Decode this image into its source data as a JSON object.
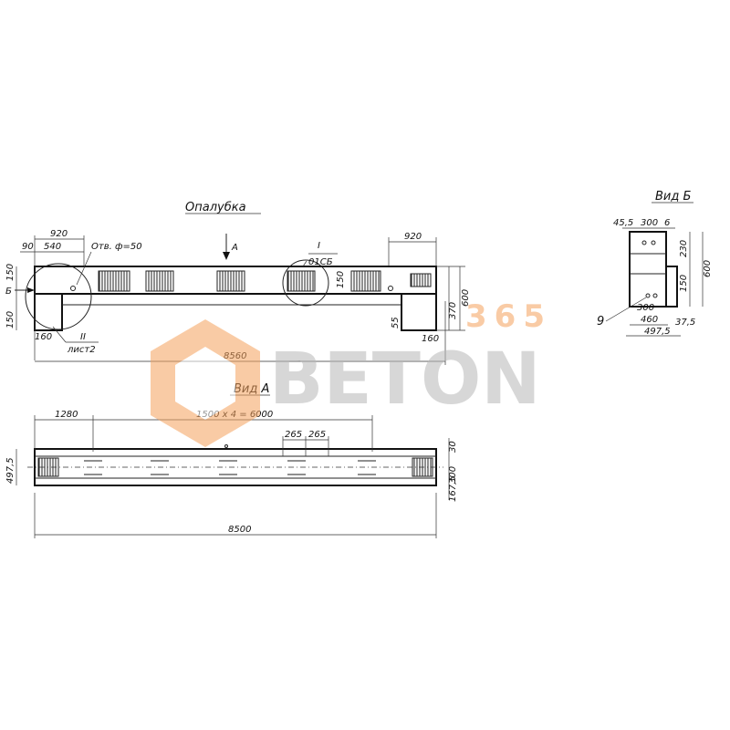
{
  "views": {
    "formwork_title": "Опалубка",
    "view_a_title": "Вид А",
    "view_b_title": "Вид Б",
    "arrow_a_label": "А",
    "section_b_label": "Б"
  },
  "callouts": {
    "node_i_num": "I",
    "node_i_ref": "01СБ",
    "node_ii_num": "II",
    "node_ii_ref": "лист2",
    "hole_note": "Отв. ф=50",
    "item_9": "9"
  },
  "dims_formwork": {
    "d920_left": "920",
    "d90": "90",
    "d540": "540",
    "d150_top": "150",
    "d150_bottom": "150",
    "d160_left": "160",
    "d920_right": "920",
    "d150_right": "150",
    "d55": "55",
    "d160_right": "160",
    "d370": "370",
    "d600": "600",
    "d8560": "8560"
  },
  "dims_view_a": {
    "d1280": "1280",
    "d_span": "1500 x 4 = 6000",
    "d265_a": "265",
    "d265_b": "265",
    "d497_5": "497,5",
    "d30": "30",
    "d300": "300",
    "d167_5": "167,5",
    "d8500": "8500"
  },
  "dims_view_b": {
    "d45_5": "45,5",
    "d300": "300",
    "d6": "6",
    "d230": "230",
    "d150": "150",
    "d600": "600",
    "d300_low": "300",
    "d460": "460",
    "d37_5": "37,5",
    "d497_5": "497,5"
  },
  "watermark": {
    "brand": "BETON",
    "number": "365",
    "color_orange": "#f5a25d",
    "color_gray": "#b8b8b8"
  }
}
